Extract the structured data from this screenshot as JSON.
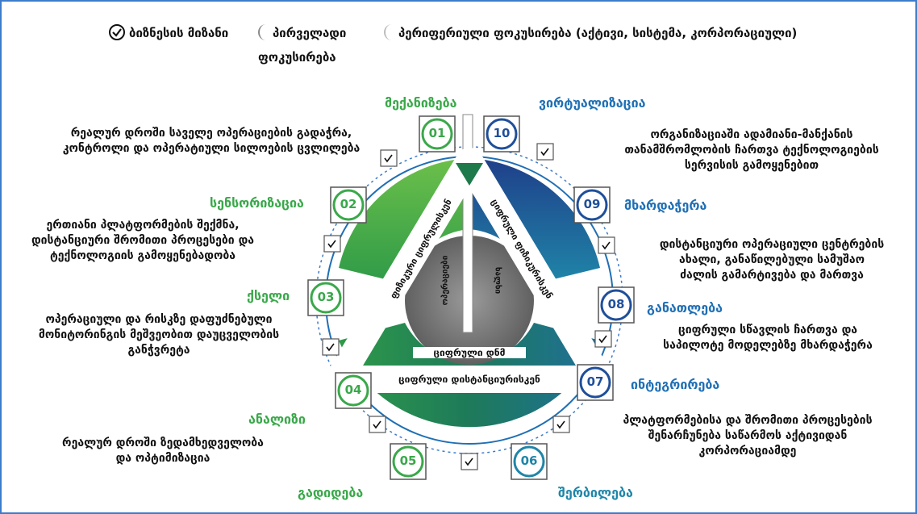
{
  "legend": {
    "item1": "ბიზნესის მიზანი",
    "item2_line1": "პირველადი",
    "item2_line2": "ფოკუსირება",
    "item3": "პერიფერიული ფოკუსირება  (აქტივი, სისტემა, კორპორაციული)"
  },
  "stages": [
    {
      "num": "01",
      "title": "მექანიზება",
      "desc": [
        "რეალურ დროში საველე ოპერაციების გადაჭრა,",
        "კონტროლი და ოპერატიული სილოების ცვლილება"
      ]
    },
    {
      "num": "02",
      "title": "სენსორიზაცია",
      "desc": [
        "ერთიანი პლატფორმების შექმნა,",
        "დისტანციური შრომითი პროცესები და",
        "ტექნოლოგიის გამოყენებადობა"
      ]
    },
    {
      "num": "03",
      "title": "ქსელი",
      "desc": [
        "ოპერაციული და რისკზე დაფუძნებული",
        "მონიტორინგის მეშვეობით დაუცველობის",
        "განჭვრეტა"
      ]
    },
    {
      "num": "04",
      "title": "ანალიზი",
      "desc": [
        "რეალურ დროში ზედამხედველობა",
        "და ოპტიმიზაცია"
      ]
    },
    {
      "num": "05",
      "title": "გადიდება",
      "desc": []
    },
    {
      "num": "06",
      "title": "შერბილება",
      "desc": []
    },
    {
      "num": "07",
      "title": "ინტეგრირება",
      "desc": [
        "პლატფორმებისა და შრომითი პროცესების",
        "შენარჩუნება  საწარმოს აქტივიდან",
        "კორპორაციამდე"
      ]
    },
    {
      "num": "08",
      "title": "განათლება",
      "desc": [
        "ციფრული სწავლის ჩართვა  და",
        "საპილოტე მოდელებზე მხარდაჭერა"
      ]
    },
    {
      "num": "09",
      "title": "მხარდაჭერა",
      "desc": [
        "დისტანციური ოპერაციული ცენტრების",
        "ახალი,  განაწილებული სამუშაო",
        "ძალის გამარტივება და მართვა"
      ]
    },
    {
      "num": "10",
      "title": "ვირტუალიზაცია",
      "desc": [
        "ორგანიზაციაში ადამიანი-მანქანის",
        "თანამშრომლობის ჩართვა ტექნოლოგიების",
        "სერვისის   გამოყენებით"
      ]
    }
  ],
  "triangle": {
    "left": "ფიზიკური ციფრულისკენ",
    "right": "ციფრული ფიზიკურისკენ",
    "bottom": "ციფრული დისტანციურისკენ",
    "center": "ციფრული დნმ",
    "inner_left": "ოპერაციები",
    "inner_right": "ხალხი"
  },
  "colors": {
    "green": "#3aa84a",
    "blue": "#1f4f9a",
    "teal": "#1f86a8",
    "frame": "#3d7cc9"
  },
  "icons": [
    "check-circle-icon",
    "crescent-icon"
  ]
}
